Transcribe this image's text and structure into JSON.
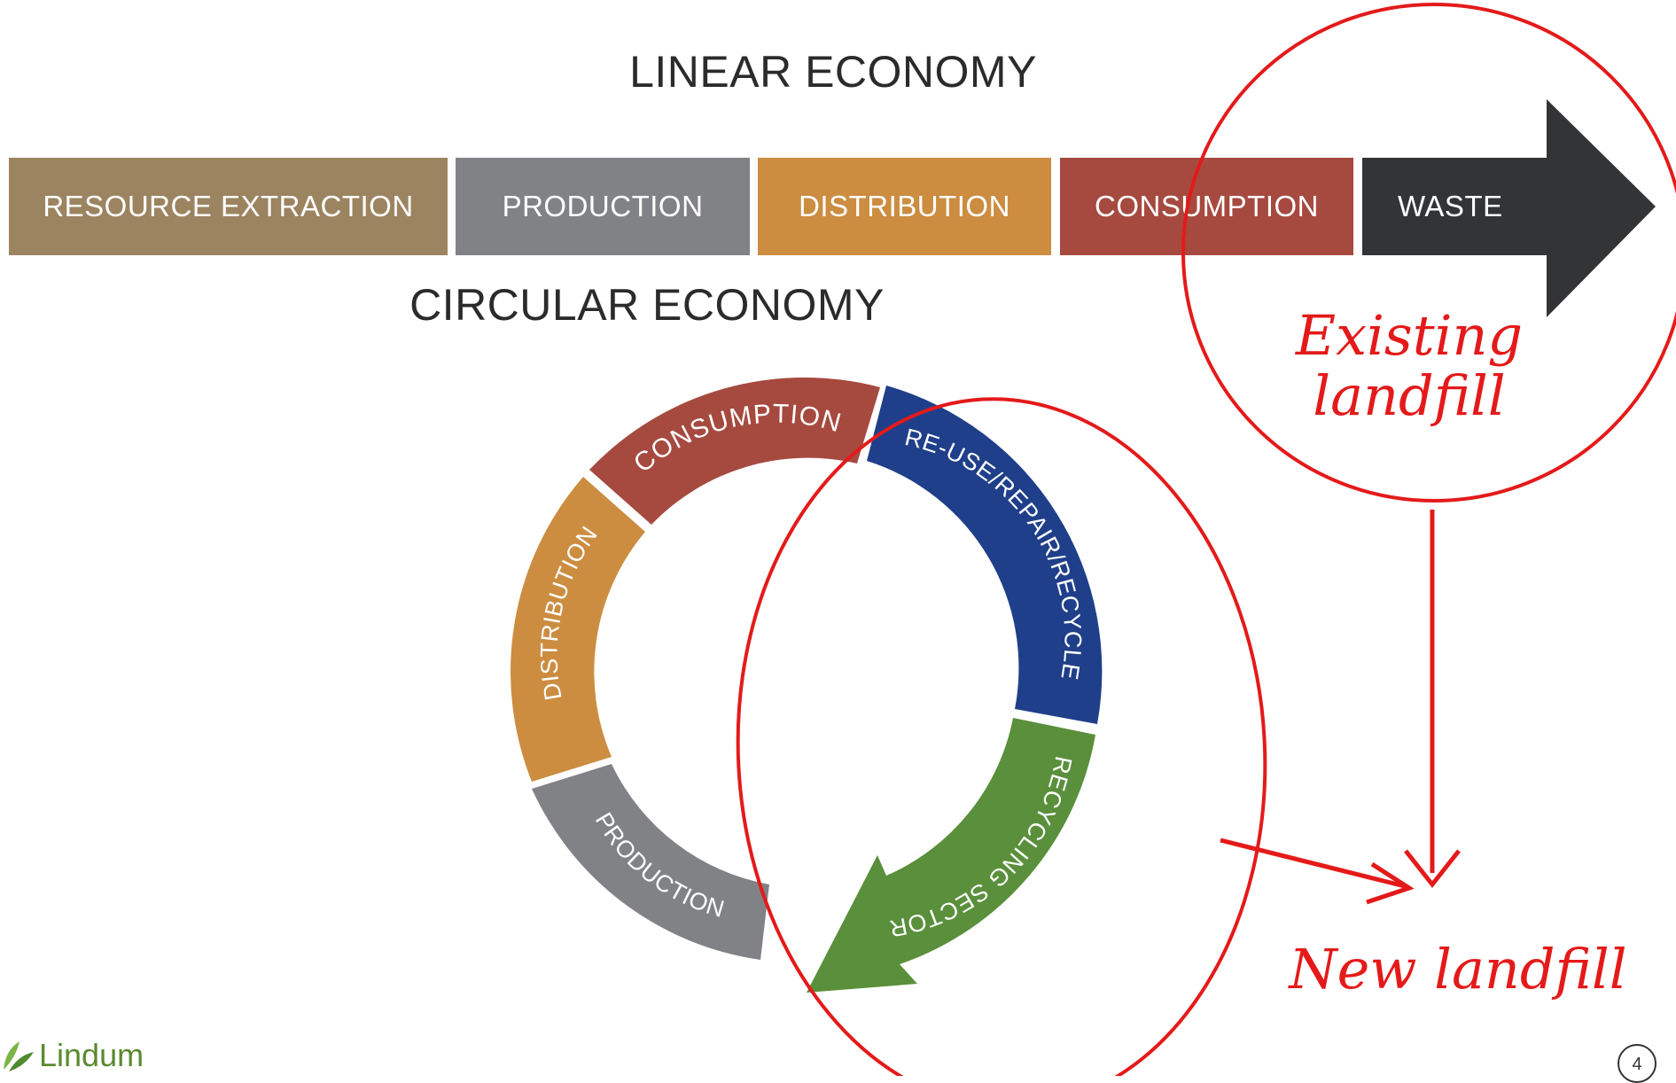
{
  "linear": {
    "title": "LINEAR ECONOMY",
    "stages": [
      "RESOURCE EXTRACTION",
      "PRODUCTION",
      "DISTRIBUTION",
      "CONSUMPTION",
      "WASTE"
    ]
  },
  "circular": {
    "title": "CIRCULAR ECONOMY",
    "segments": [
      "CONSUMPTION",
      "RE-USE/REPAIR/RECYCLE",
      "RECYCLING SECTOR",
      "PRODUCTION",
      "DISTRIBUTION"
    ]
  },
  "annotations": {
    "existing_landfill": "Existing landfill",
    "new_landfill": "New landfill"
  },
  "footer": {
    "logo_text": "Lindum",
    "page_number": "4"
  },
  "colors": {
    "resource": "#9c8461",
    "production": "#818286",
    "distribution": "#cc8d41",
    "consumption": "#a64a40",
    "waste": "#333436",
    "reuse": "#1f3f8a",
    "recycling": "#5a8f3b",
    "annotation": "#e41a1a"
  }
}
